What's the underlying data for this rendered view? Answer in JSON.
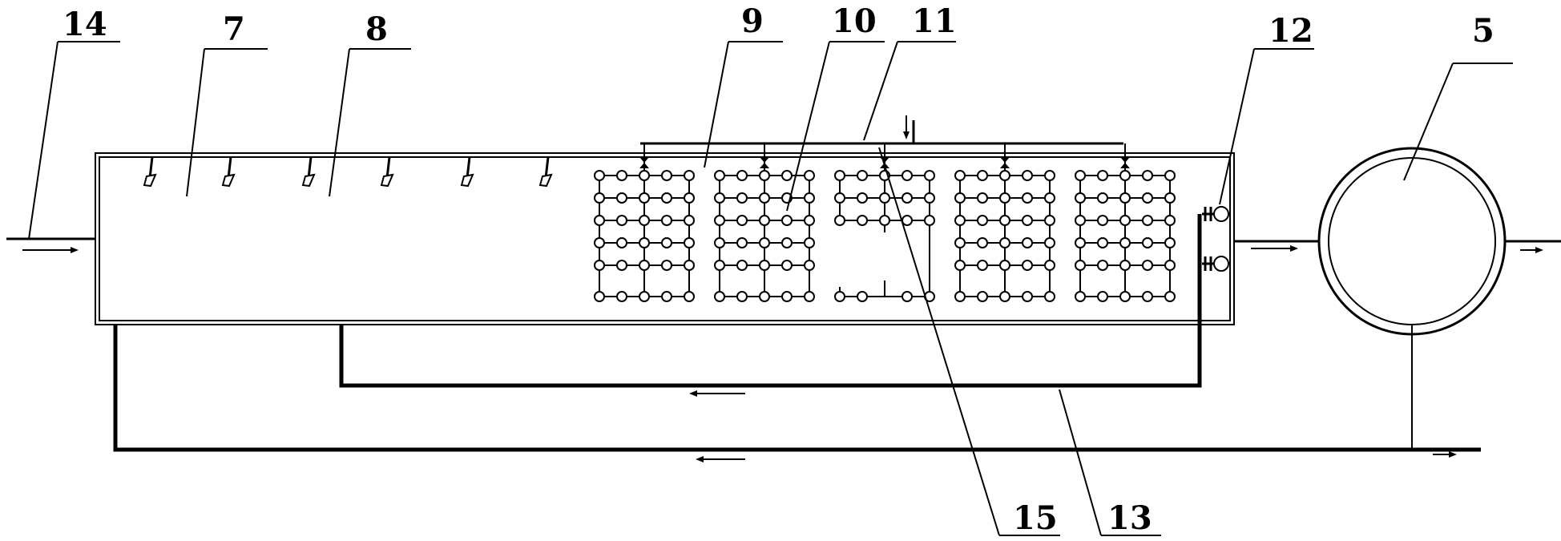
{
  "labels": {
    "n14": "14",
    "n7": "7",
    "n8": "8",
    "n9": "9",
    "n10": "10",
    "n11": "11",
    "n12": "12",
    "n5": "5",
    "n15": "15",
    "n13": "13"
  },
  "diffuser_grids": 5,
  "grid_rows": 6,
  "grid_cols": 5,
  "aerators": 6
}
